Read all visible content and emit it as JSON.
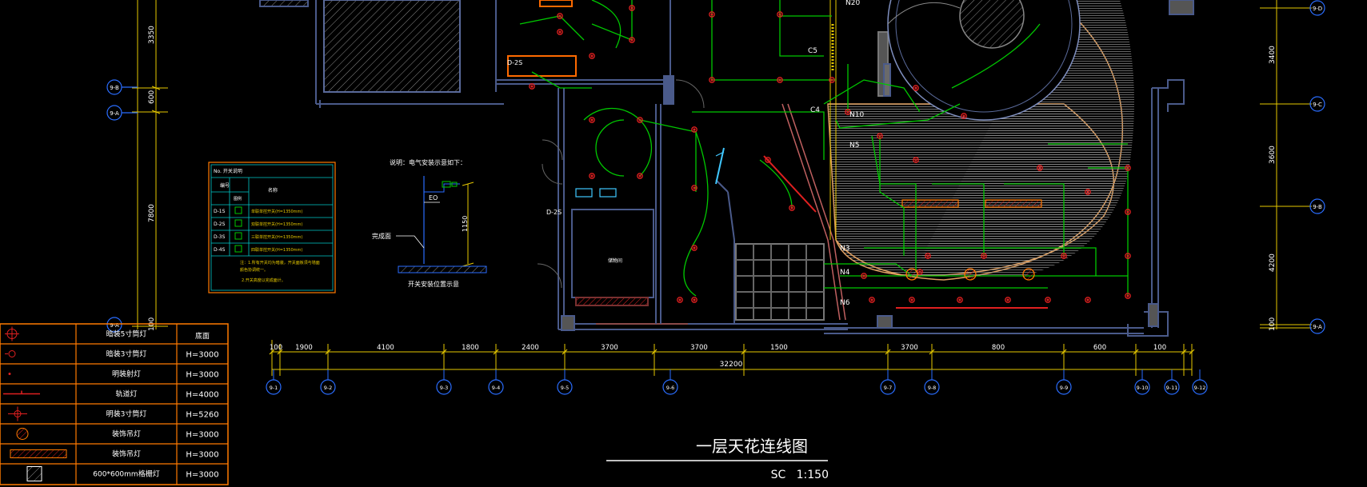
{
  "drawing": {
    "title": "一层天花连线图",
    "scale": "SC   1:150",
    "total_dimension": "32200",
    "dimension_segments": [
      "100",
      "1900",
      "4100",
      "1800",
      "2400",
      "3700",
      "3700",
      "1500",
      "3700",
      "800",
      "600",
      "100"
    ],
    "bottom_grid_labels": [
      "9-1",
      "9-2",
      "9-3",
      "9-4",
      "9-5",
      "9-6",
      "9-7",
      "9-8",
      "9-9",
      "9-10",
      "9-11",
      "9-12"
    ],
    "left_vertical_dims": [
      "3350",
      "600",
      "7800",
      "100"
    ],
    "left_grid_labels": [
      "9-B",
      "9-A",
      "9-A"
    ],
    "right_vertical_dims": [
      "3400",
      "3600",
      "4200",
      "100"
    ],
    "right_grid_labels": [
      "9-D",
      "9-C",
      "9-B",
      "9-A"
    ],
    "circuit_labels": [
      "N20",
      "C5",
      "C4",
      "N10",
      "N5",
      "N3",
      "N4",
      "N6"
    ],
    "switch_labels": [
      "D-2S",
      "D-2S"
    ],
    "socket_label": "EO",
    "height_label": "1150",
    "floor_label": "完成面",
    "detail_title": "说明：电气安装示意如下：",
    "detail_caption": "开关安装位置示意",
    "room_label": "储物间"
  },
  "switch_legend": {
    "title": "No. 开关说明",
    "headers": [
      "编号",
      "图例",
      "名称"
    ],
    "rows": [
      {
        "code": "D-1S",
        "desc": "单联单控开关(H=1350mm)"
      },
      {
        "code": "D-2S",
        "desc": "双联单控开关(H=1350mm)"
      },
      {
        "code": "D-3S",
        "desc": "三联单控开关(H=1350mm)"
      },
      {
        "code": "D-4S",
        "desc": "四联单控开关(H=1350mm)"
      }
    ],
    "notes": [
      "注：1.所有开关均为暗装，开关面板须与墙面",
      "颜色协调统一。",
      "2.开关高度以完成面计。"
    ]
  },
  "lighting_legend": {
    "header_note": "底面",
    "rows": [
      {
        "icon": "recessed-5in-downlight",
        "name": "暗装5寸筒灯",
        "height": ""
      },
      {
        "icon": "recessed-3in-downlight",
        "name": "暗装3寸筒灯",
        "height": "H=3000"
      },
      {
        "icon": "surface-spotlight",
        "name": "明装射灯",
        "height": "H=3000"
      },
      {
        "icon": "track-light",
        "name": "轨道灯",
        "height": "H=4000"
      },
      {
        "icon": "surface-3in-downlight",
        "name": "明装3寸筒灯",
        "height": "H=5260"
      },
      {
        "icon": "decorative-pendant",
        "name": "装饰吊灯",
        "height": "H=3000"
      },
      {
        "icon": "decorative-chandelier",
        "name": "装饰吊灯",
        "height": "H=3000"
      },
      {
        "icon": "grille-light",
        "name": "600*600mm格栅灯",
        "height": "H=3000"
      }
    ]
  },
  "colors": {
    "background": "#000000",
    "wall": "#4a5a8a",
    "wall_light": "#7f8fbf",
    "wire": "#00c800",
    "light": "#e02020",
    "dimension": "#e6c800",
    "grid": "#2a6dff",
    "text": "#ffffff",
    "legend": "#ff7a00",
    "hatch": "#9a9a9a",
    "cyan": "#40c8ff"
  }
}
